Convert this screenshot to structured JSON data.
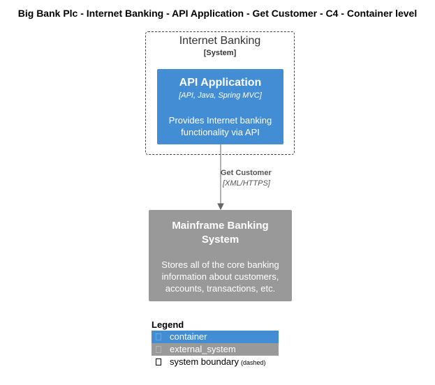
{
  "title": "Big Bank Plc - Internet Banking - API Application - Get Customer - C4 - Container level",
  "colors": {
    "container": "#438dd5",
    "external_system": "#999999",
    "arrow": "#666666",
    "boundary_border": "#444444"
  },
  "boundary": {
    "label": "Internet Banking",
    "type": "[System]"
  },
  "container": {
    "title": "API Application",
    "technology": "[API, Java, Spring MVC]",
    "description_line1": "Provides Internet banking",
    "description_line2": "functionality via API"
  },
  "external_system": {
    "title_line1": "Mainframe Banking",
    "title_line2": "System",
    "description_line1": "Stores all of the core banking",
    "description_line2": "information about customers,",
    "description_line3": "accounts, transactions, etc."
  },
  "relationship": {
    "label": "Get Customer",
    "technology": "[XML/HTTPS]"
  },
  "legend": {
    "title": "Legend",
    "items": [
      {
        "label": "container",
        "swatch_icon": "square-icon"
      },
      {
        "label": "external_system",
        "swatch_icon": "square-icon"
      },
      {
        "label": "system boundary",
        "note": "(dashed)",
        "swatch_icon": "square-outline-icon"
      }
    ]
  }
}
